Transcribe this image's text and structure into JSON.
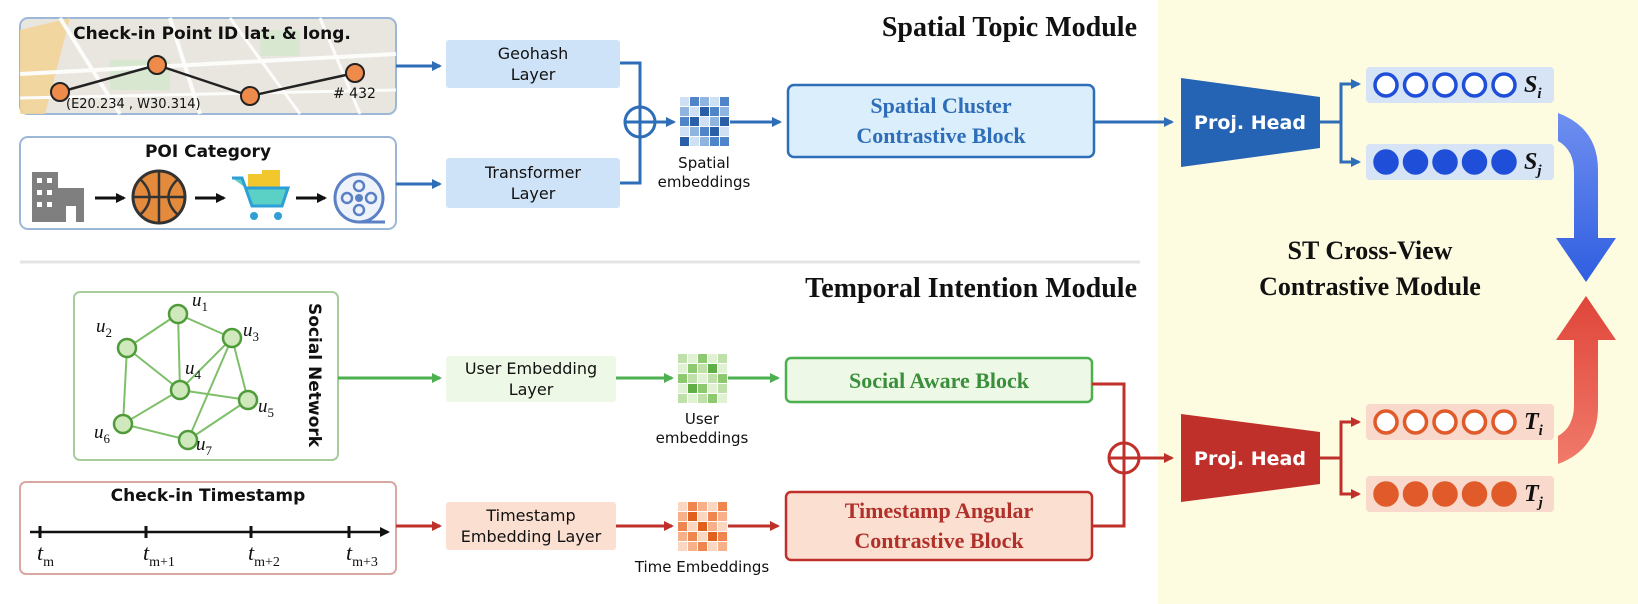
{
  "spatial": {
    "title": "Spatial Topic Module",
    "checkin_box": {
      "title": "Check-in Point ID lat. & long.",
      "coord_label": "(E20.234 , W30.314)",
      "id_label": "# 432"
    },
    "poi_box": {
      "title": "POI Category"
    },
    "geohash_layer": [
      "Geohash",
      "Layer"
    ],
    "transformer_layer": [
      "Transformer",
      "Layer"
    ],
    "embeddings_label": [
      "Spatial",
      "embeddings"
    ],
    "cluster_block": [
      "Spatial Cluster",
      "Contrastive Block"
    ],
    "proj_head": "Proj. Head",
    "outputs": [
      {
        "label": "S",
        "sub": "i",
        "style": "hollow"
      },
      {
        "label": "S",
        "sub": "j",
        "style": "filled"
      }
    ]
  },
  "temporal": {
    "title": "Temporal Intention Module",
    "social_box": {
      "title": "Social Network",
      "nodes": [
        {
          "base": "u",
          "sub": "1"
        },
        {
          "base": "u",
          "sub": "2"
        },
        {
          "base": "u",
          "sub": "3"
        },
        {
          "base": "u",
          "sub": "4"
        },
        {
          "base": "u",
          "sub": "5"
        },
        {
          "base": "u",
          "sub": "6"
        },
        {
          "base": "u",
          "sub": "7"
        }
      ]
    },
    "timestamp_box": {
      "title": "Check-in Timestamp",
      "ticks": [
        {
          "base": "t",
          "sub": "m"
        },
        {
          "base": "t",
          "sub": "m+1"
        },
        {
          "base": "t",
          "sub": "m+2"
        },
        {
          "base": "t",
          "sub": "m+3"
        }
      ]
    },
    "user_layer": [
      "User Embedding",
      "Layer"
    ],
    "timestamp_layer": [
      "Timestamp",
      "Embedding Layer"
    ],
    "user_embeddings_label": [
      "User",
      "embeddings"
    ],
    "time_embeddings_label": "Time Embeddings",
    "social_block": "Social Aware Block",
    "angular_block": [
      "Timestamp Angular",
      "Contrastive Block"
    ],
    "proj_head": "Proj. Head",
    "outputs": [
      {
        "label": "T",
        "sub": "i",
        "style": "hollow"
      },
      {
        "label": "T",
        "sub": "j",
        "style": "filled"
      }
    ]
  },
  "cross_view": {
    "title": [
      "ST Cross-View",
      "Contrastive Module"
    ]
  },
  "colors": {
    "blue": "#2e6db8",
    "blue_dark": "#2563b5",
    "blue_light": "#cfe3f8",
    "green": "#4caf50",
    "green_dark": "#3a8f3a",
    "green_light": "#eef8e6",
    "red": "#c0302a",
    "orange": "#e8692e",
    "orange_light": "#fbe0d2",
    "yellow_bg": "#fdfbe0"
  }
}
